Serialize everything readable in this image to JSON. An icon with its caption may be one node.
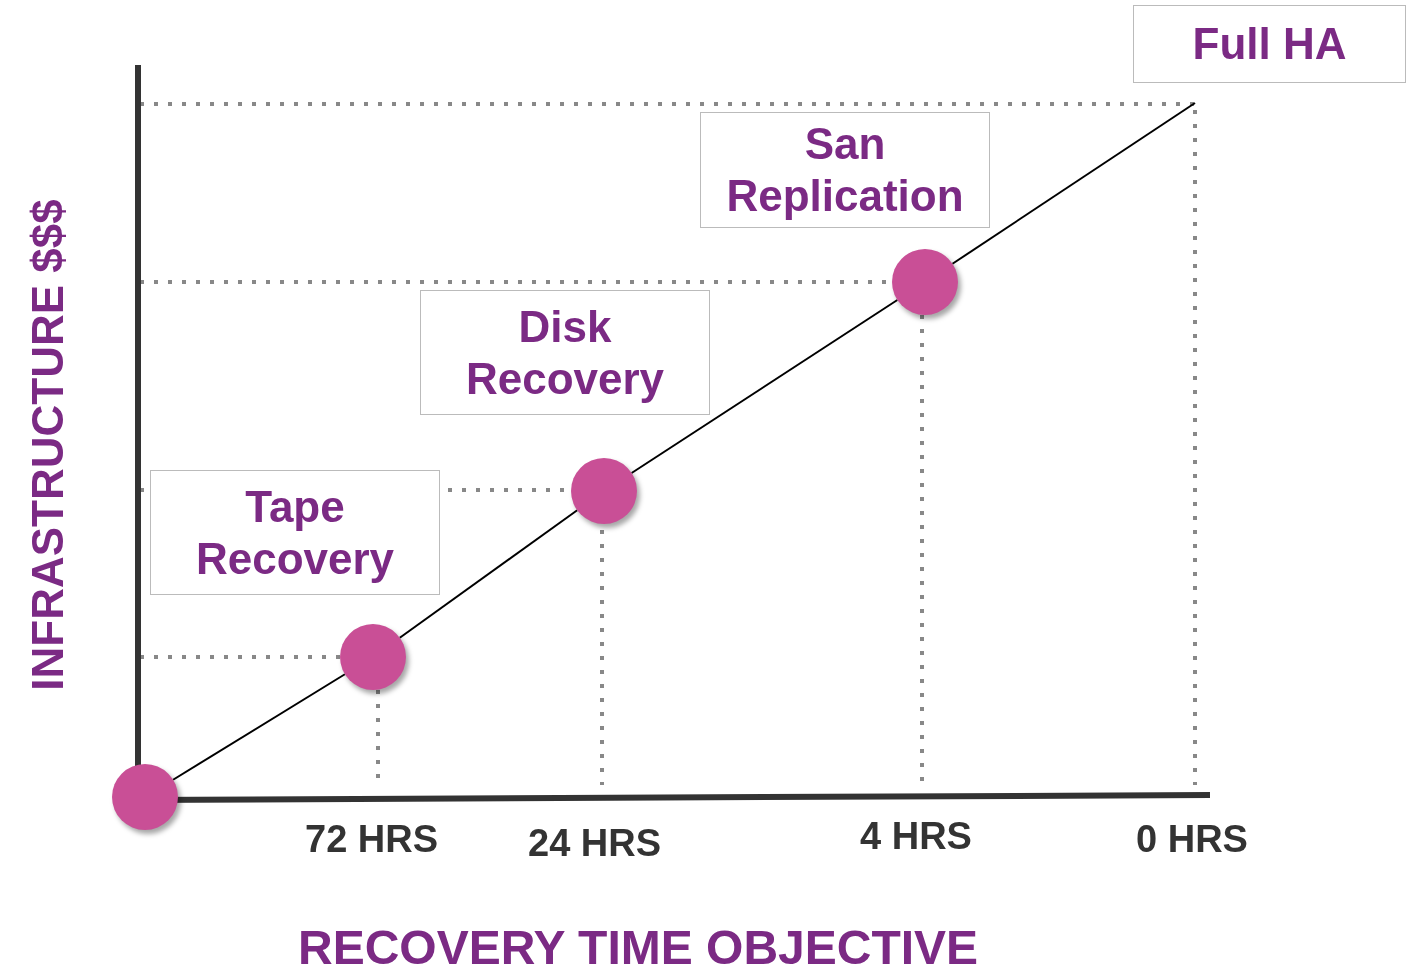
{
  "diagram": {
    "nodes": [
      {
        "text": [
          "Full HA"
        ]
      },
      {
        "text": [
          "San Replication"
        ]
      },
      {
        "text": [
          "Disk Recovery"
        ]
      },
      {
        "text": [
          "Tape Recovery"
        ]
      },
      {
        "text": [],
        "shape": "circle"
      },
      {
        "text": [],
        "shape": "circle"
      },
      {
        "text": [],
        "shape": "circle"
      },
      {
        "text": [],
        "shape": "circle"
      }
    ],
    "edges": [
      {
        "from": 4,
        "to": 5,
        "arrow": "none"
      },
      {
        "from": 5,
        "to": 6,
        "arrow": "none"
      },
      {
        "from": 6,
        "to": 7,
        "arrow": "none"
      },
      {
        "from": 7,
        "to": null,
        "arrow": "none"
      }
    ],
    "labels": [
      "INFRASTRUCTURE $$$",
      "72 HRS",
      "24 HRS",
      "4 HRS",
      "0 HRS",
      "RECOVERY TIME OBJECTIVE"
    ]
  }
}
